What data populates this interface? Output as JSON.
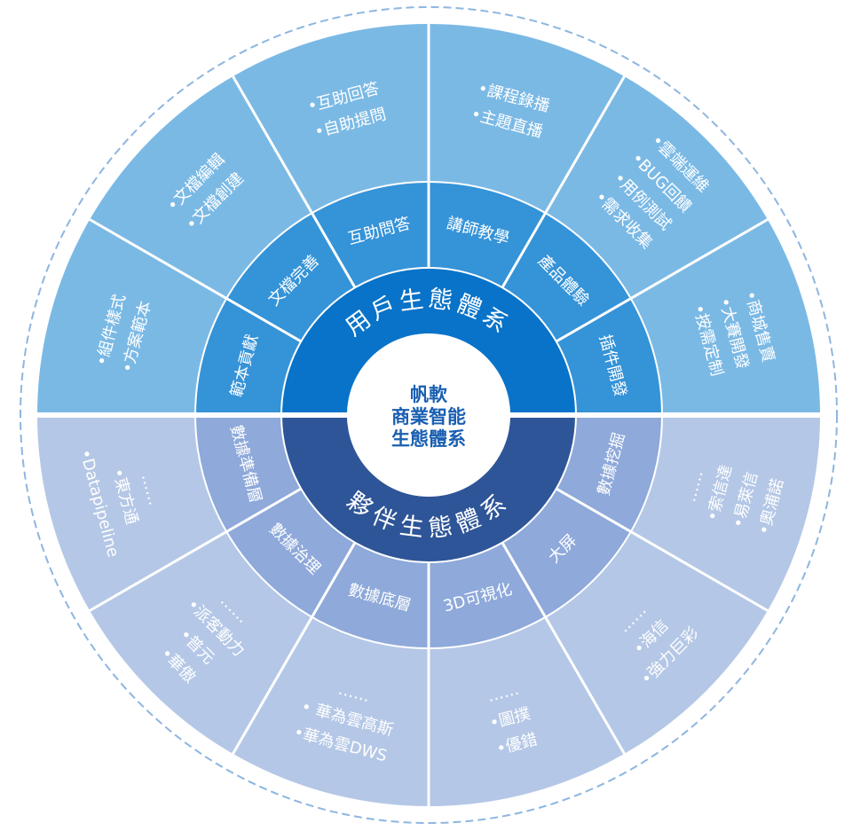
{
  "center": {
    "lines": [
      "帆軟",
      "商業智能",
      "生態體系"
    ]
  },
  "ecosystems": [
    {
      "id": "user",
      "title": "用戶生態體系",
      "segments": [
        {
          "label": "範本貢獻",
          "items": [
            "•方案範本",
            "•組件樣式"
          ]
        },
        {
          "label": "文檔完善",
          "items": [
            "•文檔創建",
            "•文檔編輯"
          ]
        },
        {
          "label": "互助問答",
          "items": [
            "•自助提問",
            "•互助回答"
          ]
        },
        {
          "label": "講師教學",
          "items": [
            "•主題直播",
            "•課程錄播"
          ]
        },
        {
          "label": "產品體驗",
          "items": [
            "•需求收集",
            "•用例測試",
            "•BUG回饋",
            "•雲端運維"
          ]
        },
        {
          "label": "插件開發",
          "items": [
            "•按需定制",
            "•大賽開發",
            "•商城售賣"
          ]
        }
      ]
    },
    {
      "id": "partner",
      "title": "夥伴生態體系",
      "segments": [
        {
          "label": "數據挖掘",
          "items": [
            "•奧浦諾",
            "•易萊信",
            "•索信達",
            "……"
          ]
        },
        {
          "label": "大屏",
          "items": [
            "•強力巨彩",
            "•海信",
            "……"
          ]
        },
        {
          "label": "3D可視化",
          "items": [
            "•優錯",
            "•圖撲",
            "……"
          ]
        },
        {
          "label": "數據底層",
          "items": [
            "•華為雲DWS",
            "• 華為雲高斯",
            "……"
          ]
        },
        {
          "label": "數據治理",
          "items": [
            "•華傲",
            "•普元",
            "•派客動力",
            "……"
          ]
        },
        {
          "label": "數據準備層",
          "items": [
            "•Datapipeline",
            "•東方通",
            "……"
          ]
        }
      ]
    }
  ],
  "colors": {
    "user_outer": "#7bb9e5",
    "user_middle": "#3593d8",
    "user_inner": "#0873c8",
    "partner_outer": "#b4c7e6",
    "partner_middle": "#8ea9da",
    "partner_inner": "#2e5597",
    "center_text": "#1a5fb2",
    "dashed_border": "#8db6e0",
    "divider": "#ffffff"
  }
}
